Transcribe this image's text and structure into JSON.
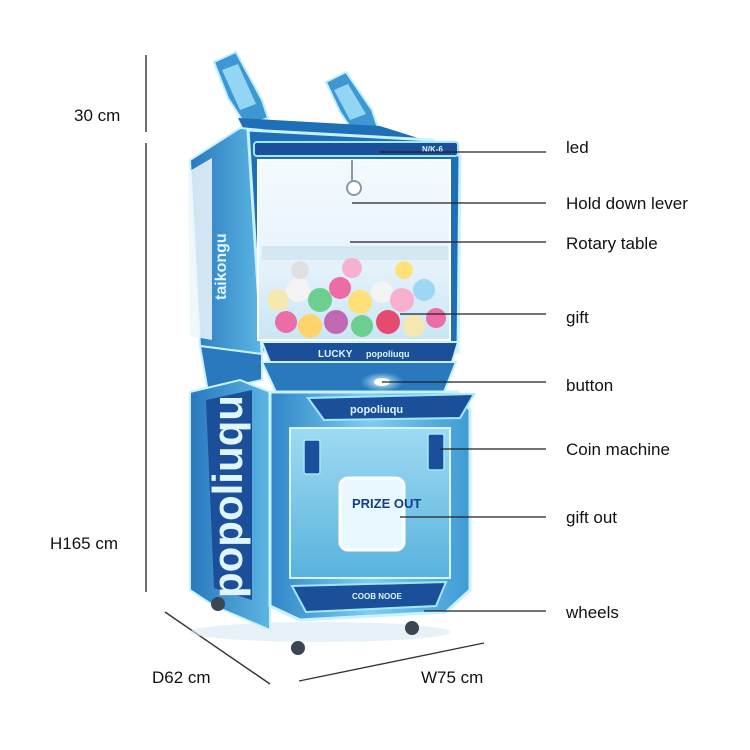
{
  "dimensions": {
    "topper_height": "30 cm",
    "height": "H165 cm",
    "depth": "D62 cm",
    "width": "W75 cm"
  },
  "callouts": [
    {
      "label": "led"
    },
    {
      "label": "Hold down lever"
    },
    {
      "label": "Rotary table"
    },
    {
      "label": "gift"
    },
    {
      "label": "button"
    },
    {
      "label": "Coin machine"
    },
    {
      "label": "gift out"
    },
    {
      "label": "wheels"
    }
  ],
  "machine": {
    "side_brand": "popoliuqu",
    "side_brand_small": "taikongu",
    "cabinet_brand": "popoliuqu",
    "panel_lucky": "LUCKY",
    "panel_brand": "popoliuqu",
    "prize_out": "PRIZE OUT",
    "bottom_text": "COOB NOOE",
    "top_tag": "N/K-6"
  },
  "colors": {
    "cabinet": "#5ab6e0",
    "cabinet_dark": "#1f6fb8",
    "led_glow": "#9fe7ff",
    "panel_dark": "#1c4f9a"
  }
}
